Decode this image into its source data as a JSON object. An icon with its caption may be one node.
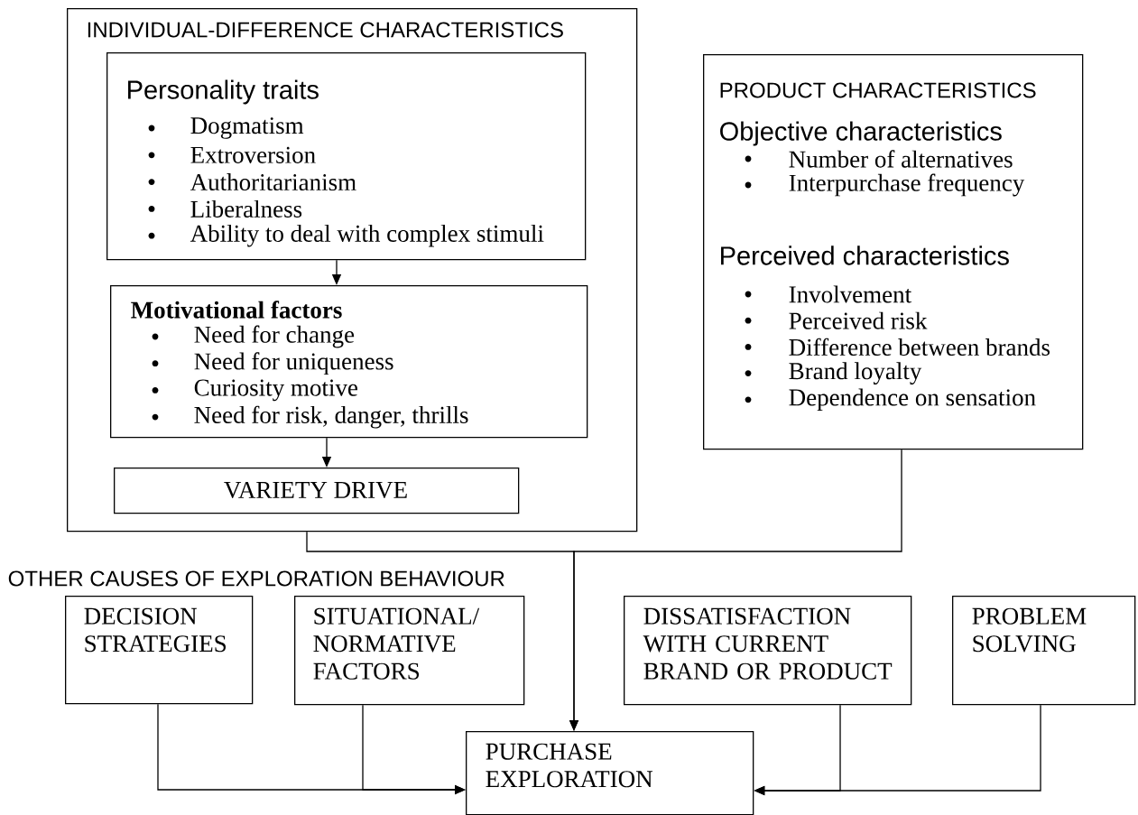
{
  "diagram": {
    "nodes": [
      {
        "text": [
          "INDIVIDUAL-DIFFERENCE CHARACTERISTICS"
        ]
      },
      {
        "text": [
          "Personality traits",
          "Dogmatism",
          "Extroversion",
          "Authoritarianism",
          "Liberalness",
          "Ability to deal with complex stimuli"
        ],
        "in": 0
      },
      {
        "text": [
          "Motivational factors",
          "Need for change",
          "Need for uniqueness",
          "Curiosity motive",
          "Need for risk, danger, thrills"
        ],
        "in": 0
      },
      {
        "text": [
          "VARIETY DRIVE"
        ],
        "in": 0
      },
      {
        "text": [
          "PRODUCT CHARACTERISTICS",
          "Objective characteristics",
          "Number of alternatives",
          "Interpurchase frequency",
          "Perceived characteristics",
          "Involvement",
          "Perceived risk",
          "Difference between brands",
          "Brand loyalty",
          "Dependence on sensation"
        ]
      },
      {
        "text": [
          "DECISION STRATEGIES"
        ]
      },
      {
        "text": [
          "SITUATIONAL/ NORMATIVE FACTORS"
        ]
      },
      {
        "text": [
          "DISSATISFACTION WITH CURRENT BRAND OR PRODUCT"
        ]
      },
      {
        "text": [
          "PROBLEM SOLVING"
        ]
      },
      {
        "text": [
          "PURCHASE EXPLORATION"
        ]
      }
    ],
    "edges": [
      {
        "from": 1,
        "to": 2,
        "arrow": "to"
      },
      {
        "from": 2,
        "to": 3,
        "arrow": "to"
      },
      {
        "from": 0,
        "to": 9,
        "arrow": "to"
      },
      {
        "from": 4,
        "to": 9,
        "arrow": "to"
      },
      {
        "from": 5,
        "to": 9,
        "arrow": "to"
      },
      {
        "from": 6,
        "to": 9,
        "arrow": "to"
      },
      {
        "from": 7,
        "to": 9,
        "arrow": "to"
      },
      {
        "from": 8,
        "to": 9,
        "arrow": "to"
      }
    ],
    "labels": [
      "OTHER CAUSES OF EXPLORATION BEHAVIOUR"
    ]
  }
}
